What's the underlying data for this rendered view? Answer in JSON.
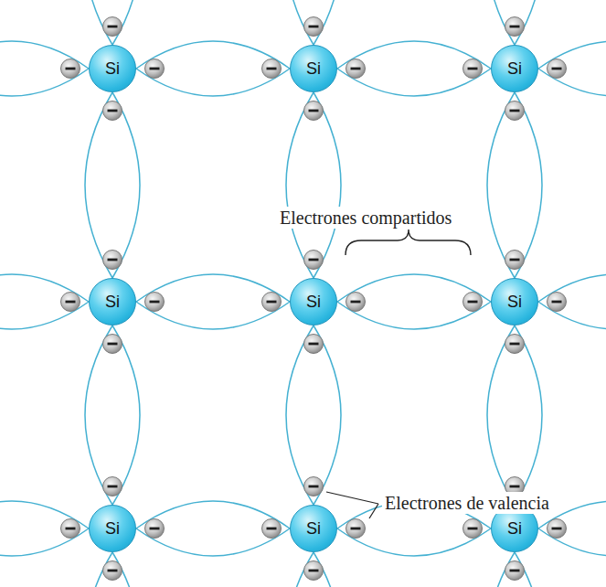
{
  "diagram": {
    "nodes": [
      {
        "text": [
          "Si"
        ]
      },
      {
        "text": [
          "Si"
        ]
      },
      {
        "text": [
          "Si"
        ]
      },
      {
        "text": [
          "Si"
        ]
      },
      {
        "text": [
          "Si"
        ]
      },
      {
        "text": [
          "Si"
        ]
      },
      {
        "text": [
          "Si"
        ]
      },
      {
        "text": [
          "Si"
        ]
      },
      {
        "text": [
          "Si"
        ]
      }
    ],
    "edges": [
      {
        "from": 0,
        "to": 1,
        "arrow": "none"
      },
      {
        "from": 1,
        "to": 2,
        "arrow": "none"
      },
      {
        "from": 3,
        "to": 4,
        "arrow": "none"
      },
      {
        "from": 4,
        "to": 5,
        "arrow": "none"
      },
      {
        "from": 6,
        "to": 7,
        "arrow": "none"
      },
      {
        "from": 7,
        "to": 8,
        "arrow": "none"
      },
      {
        "from": 0,
        "to": 3,
        "arrow": "none"
      },
      {
        "from": 1,
        "to": 4,
        "arrow": "none"
      },
      {
        "from": 2,
        "to": 5,
        "arrow": "none"
      },
      {
        "from": 3,
        "to": 6,
        "arrow": "none"
      },
      {
        "from": 4,
        "to": 7,
        "arrow": "none"
      },
      {
        "from": 5,
        "to": 8,
        "arrow": "none"
      }
    ],
    "labels": [
      "Electrones compartidos",
      "Electrones de valencia"
    ]
  }
}
